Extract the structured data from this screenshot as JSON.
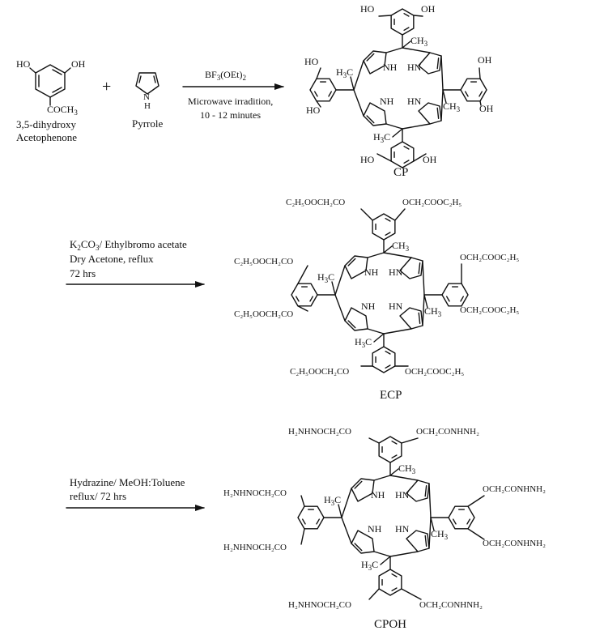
{
  "reactants": {
    "r1_hydroxyls": [
      "HO",
      "OH"
    ],
    "r1_acetyl": "COCH",
    "r1_acetyl_sub": "3",
    "r1_name_line1": "3,5-dihydroxy",
    "r1_name_line2": "Acetophenone",
    "plus": "+",
    "pyrrole_n": "N",
    "pyrrole_h": "H",
    "pyrrole_name": "Pyrrole"
  },
  "step1": {
    "catalyst": "BF",
    "catalyst_sub": "3",
    "catalyst_rest": "(OEt)",
    "catalyst_sub2": "2",
    "condition": "Microwave irradition,",
    "time": "10 - 12 minutes"
  },
  "step2": {
    "reagent": "K",
    "reagent_sub": "2",
    "reagent_mid": "CO",
    "reagent_sub2": "3",
    "reagent_rest": "/ Ethylbromo acetate",
    "solvent": "Dry Acetone, reflux",
    "time": "72 hrs"
  },
  "step3": {
    "reagent": "Hydrazine/ MeOH:Toluene",
    "conditions": "reflux/ 72 hrs"
  },
  "core_labels": {
    "nh": "NH",
    "hn": "HN",
    "ch3": "CH",
    "ch3_sub": "3",
    "h3c_h": "H",
    "h3c_sub": "3",
    "h3c_c": "C"
  },
  "products": {
    "cp": {
      "name": "CP",
      "sub": "HO",
      "sub_r": "OH"
    },
    "ecp": {
      "name": "ECP",
      "sub_left": "C₂H₅OOCH₂CO",
      "sub_right": "OCH₂COOC₂H₅"
    },
    "cpoh": {
      "name": "CPOH",
      "sub_left": "H₂NHNOCH₂CO",
      "sub_right": "OCH₂CONHNH₂"
    }
  }
}
